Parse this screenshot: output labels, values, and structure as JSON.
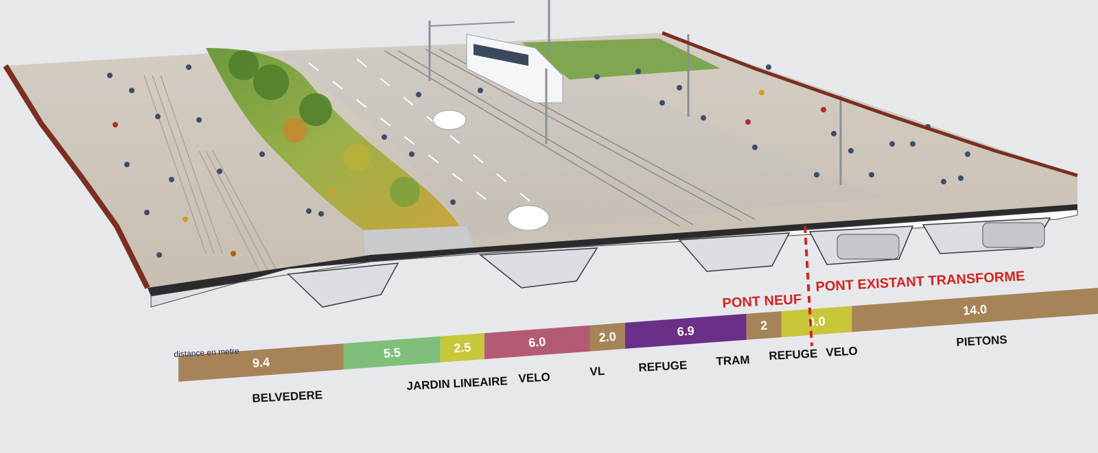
{
  "units_note": "distance en metre",
  "bridge_labels": {
    "new": "PONT NEUF",
    "existing": "PONT EXISTANT TRANSFORME"
  },
  "segments": [
    {
      "name": "BELVEDERE",
      "value": "9.4",
      "color": "#a78458"
    },
    {
      "name": "JARDIN LINEAIRE",
      "value": "5.5",
      "color": "#7fbf7a"
    },
    {
      "name": "VELO",
      "value": "2.5",
      "color": "#c8c63a"
    },
    {
      "name": "VL",
      "value": "6.0",
      "color": "#b45a72"
    },
    {
      "name": "REFUGE",
      "value": "2.0",
      "color": "#a78458"
    },
    {
      "name": "TRAM",
      "value": "6.9",
      "color": "#6a2f86"
    },
    {
      "name": "REFUGE",
      "value": "2",
      "color": "#a78458"
    },
    {
      "name": "VELO",
      "value": "4.0",
      "color": "#c8c63a"
    },
    {
      "name": "PIETONS",
      "value": "14.0",
      "color": "#a78458"
    }
  ],
  "divider_color": "#d2231e"
}
